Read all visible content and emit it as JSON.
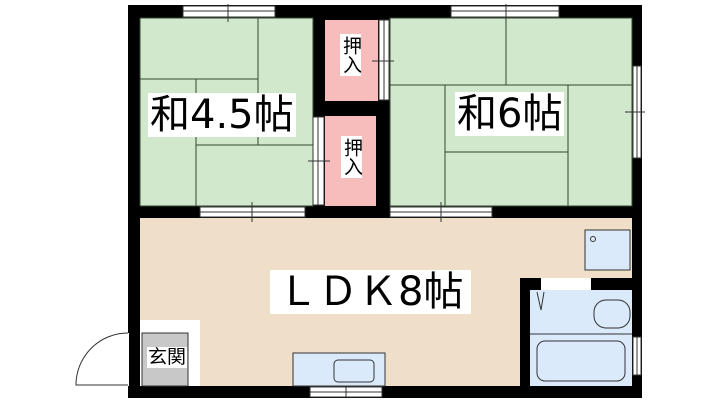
{
  "rooms": {
    "washitsu_45": "和4.5帖",
    "washitsu_6": "和6帖",
    "closet_top": "押入",
    "closet_bottom": "押入",
    "ldk": "ＬＤＫ8帖",
    "entrance": "玄関"
  },
  "colors": {
    "tatami": "#d2e8cc",
    "closet": "#f7bcbc",
    "ldk": "#efdfc8",
    "wet": "#dbeafb",
    "entrance": "#c8c8c8",
    "wall": "#000000"
  }
}
